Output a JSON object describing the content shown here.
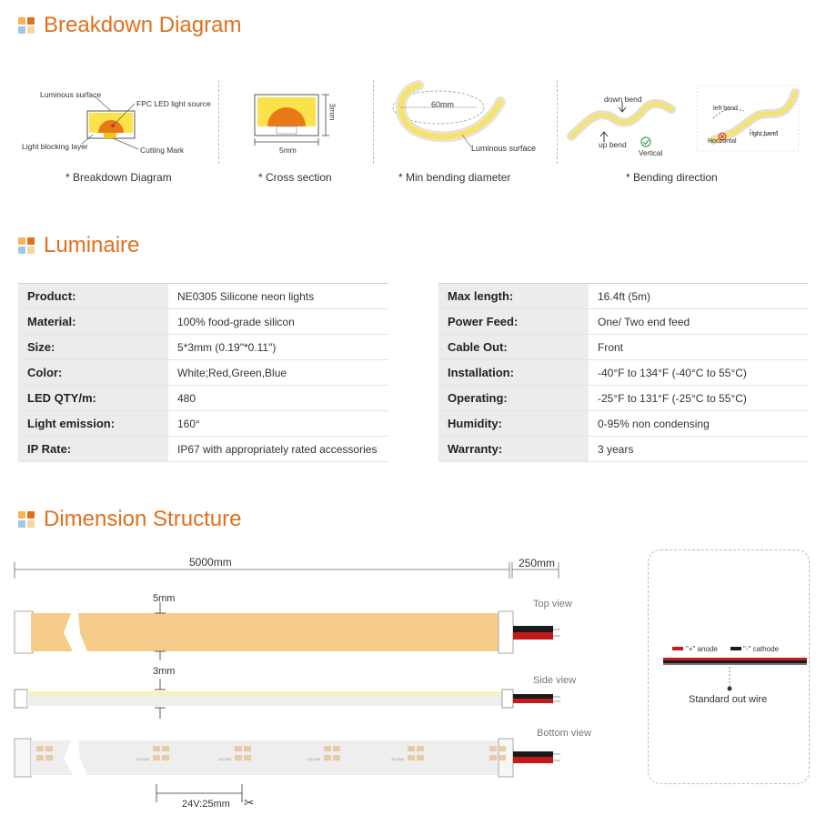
{
  "sections": {
    "breakdown": {
      "title": "Breakdown Diagram",
      "panels": {
        "p1": {
          "caption": "* Breakdown Diagram",
          "labels": {
            "luminous_surface": "Luminous surface",
            "fpc": "FPC LED light source",
            "light_blocking": "Light blocking layer",
            "cutting_mark": "Cutting Mark"
          }
        },
        "p2": {
          "caption": "* Cross section",
          "width": "5mm",
          "height": "3mm"
        },
        "p3": {
          "caption": "* Min bending diameter",
          "diameter": "60mm",
          "label": "Luminous surface"
        },
        "p4": {
          "caption": "* Bending direction",
          "down_bend": "down bend",
          "up_bend": "up bend",
          "vertical": "Vertical",
          "left_bend": "left bend",
          "right_bend": "right bend",
          "horizontal": "Horizontal"
        }
      }
    },
    "luminaire": {
      "title": "Luminaire",
      "left_table": [
        {
          "key": "Product:",
          "value": "NE0305 Silicone neon lights"
        },
        {
          "key": "Material:",
          "value": "100% food-grade silicon"
        },
        {
          "key": "Size:",
          "value": "5*3mm (0.19\"*0.11\")"
        },
        {
          "key": "Color:",
          "value": "White;Red,Green,Blue"
        },
        {
          "key": "LED QTY/m:",
          "value": "480"
        },
        {
          "key": "Light emission:",
          "value": "160°"
        },
        {
          "key": "IP Rate:",
          "value": "IP67 with appropriately rated accessories"
        }
      ],
      "right_table": [
        {
          "key": "Max length:",
          "value": "16.4ft (5m)"
        },
        {
          "key": "Power Feed:",
          "value": "One/ Two end feed"
        },
        {
          "key": "Cable Out:",
          "value": "Front"
        },
        {
          "key": "Installation:",
          "value": "-40°F to 134°F (-40°C to 55°C)"
        },
        {
          "key": "Operating:",
          "value": "-25°F to 131°F (-25°C to 55°C)"
        },
        {
          "key": "Humidity:",
          "value": "0-95% non condensing"
        },
        {
          "key": "Warranty:",
          "value": "3 years"
        }
      ]
    },
    "dimension": {
      "title": "Dimension Structure",
      "length": "5000mm",
      "cable": "250mm",
      "width": "5mm",
      "height": "3mm",
      "cut": "24V:25mm",
      "views": {
        "top": "Top view",
        "side": "Side view",
        "bottom": "Bottom view"
      },
      "wire": {
        "anode": "\"+\" anode",
        "cathode": "\"-\" cathode",
        "label": "Standard out wire"
      },
      "chip_text": "4OOMK"
    }
  },
  "colors": {
    "accent": "#e0701e",
    "strip": "#f5cc8a",
    "cable_red": "#c41a1a",
    "cable_black": "#1a1a1a"
  }
}
